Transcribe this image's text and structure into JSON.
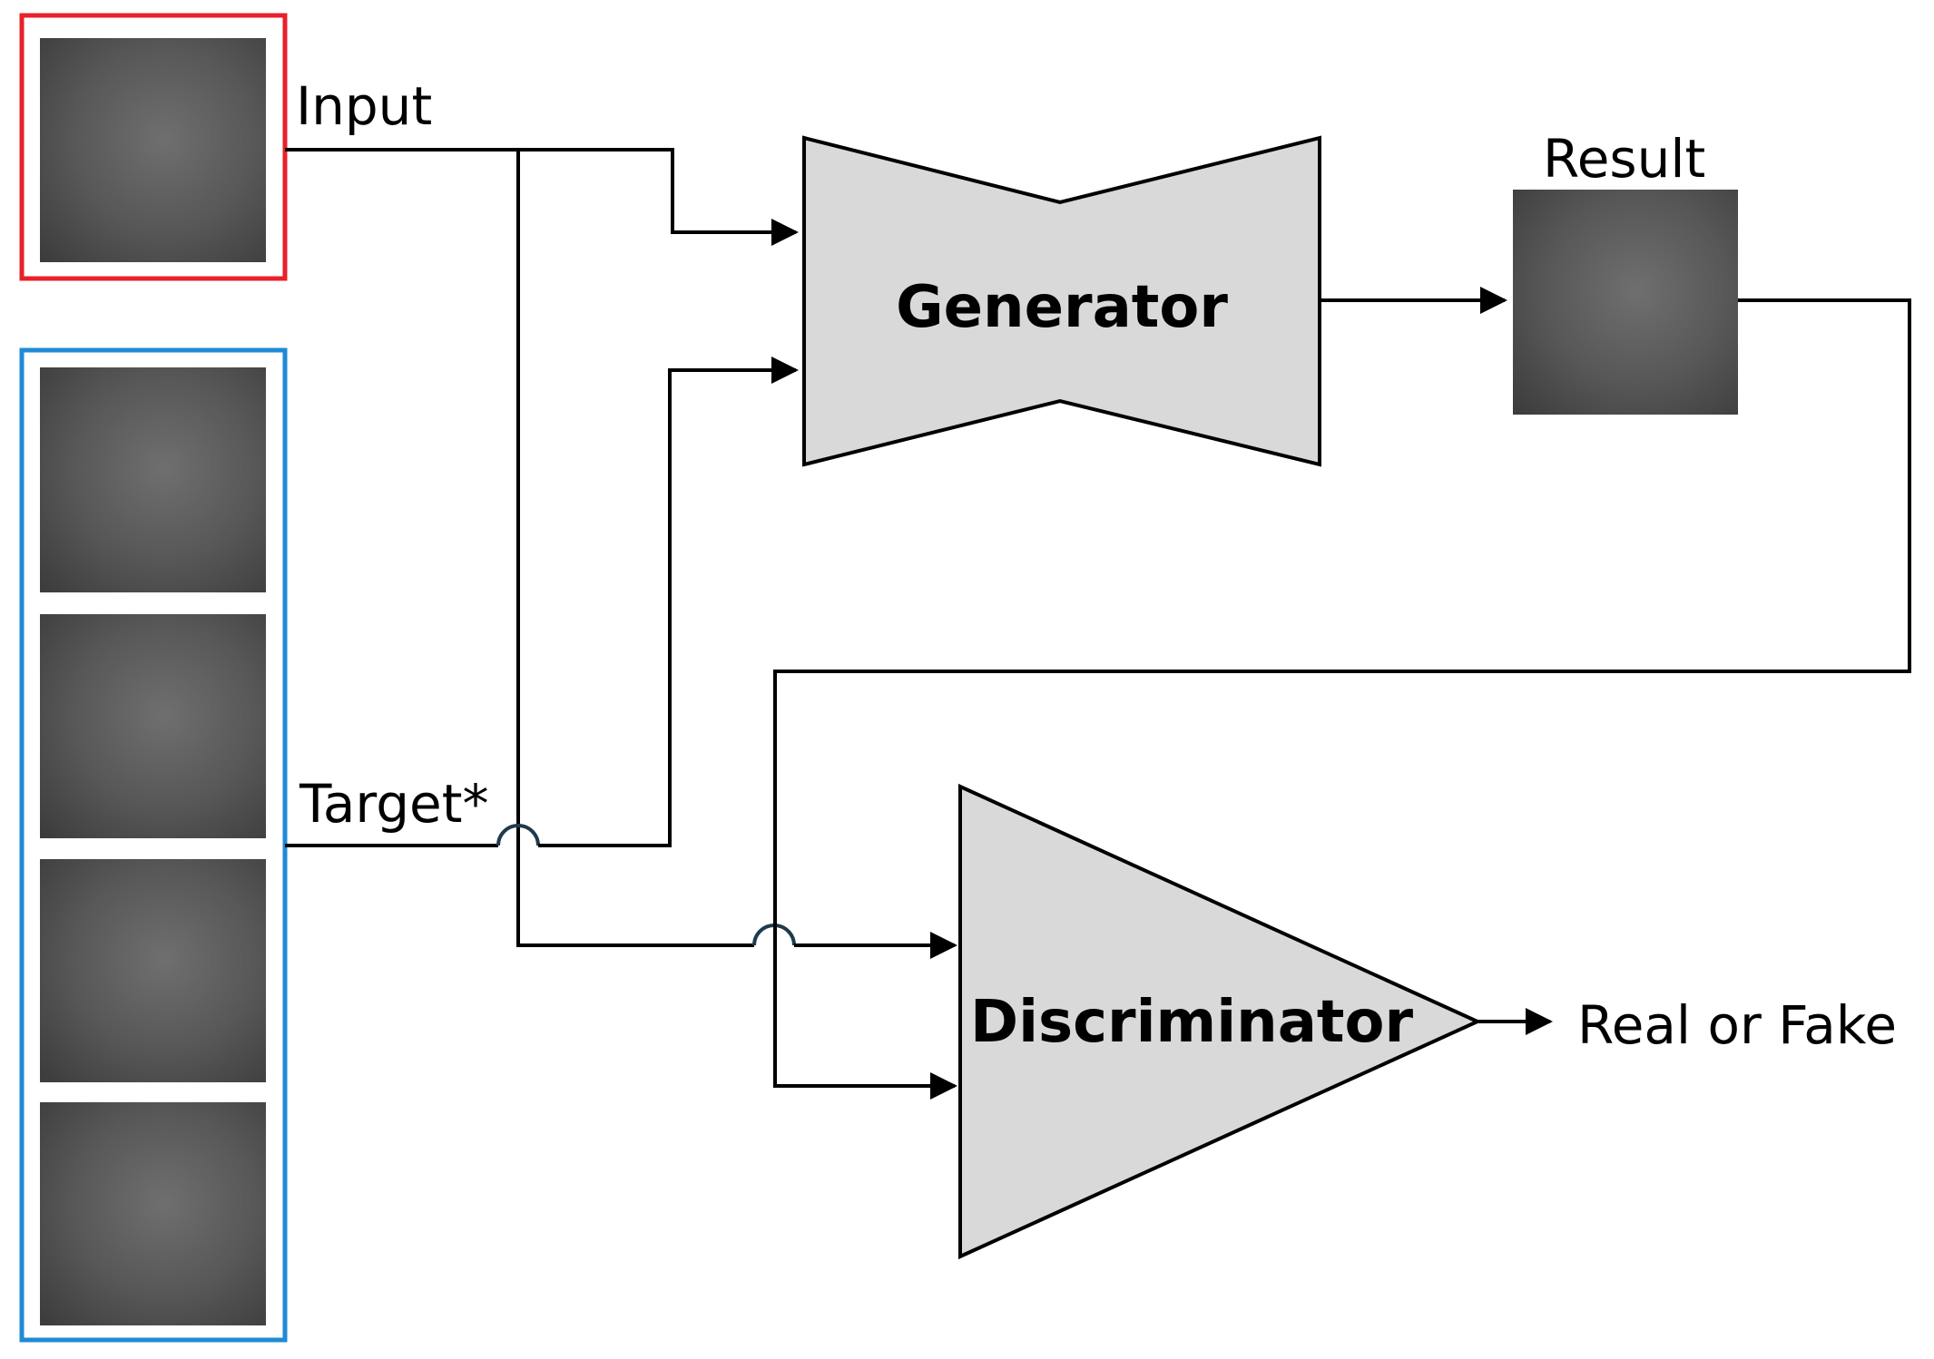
{
  "labels": {
    "input": "Input",
    "target": "Target*",
    "result": "Result",
    "generator": "Generator",
    "discriminator": "Discriminator",
    "output": "Real or Fake"
  },
  "colors": {
    "input_frame": "#e8212a",
    "target_frame": "#1f8ad6",
    "block_fill": "#d9d9d9",
    "image_tone": "#555555"
  },
  "target_image_count": 4
}
